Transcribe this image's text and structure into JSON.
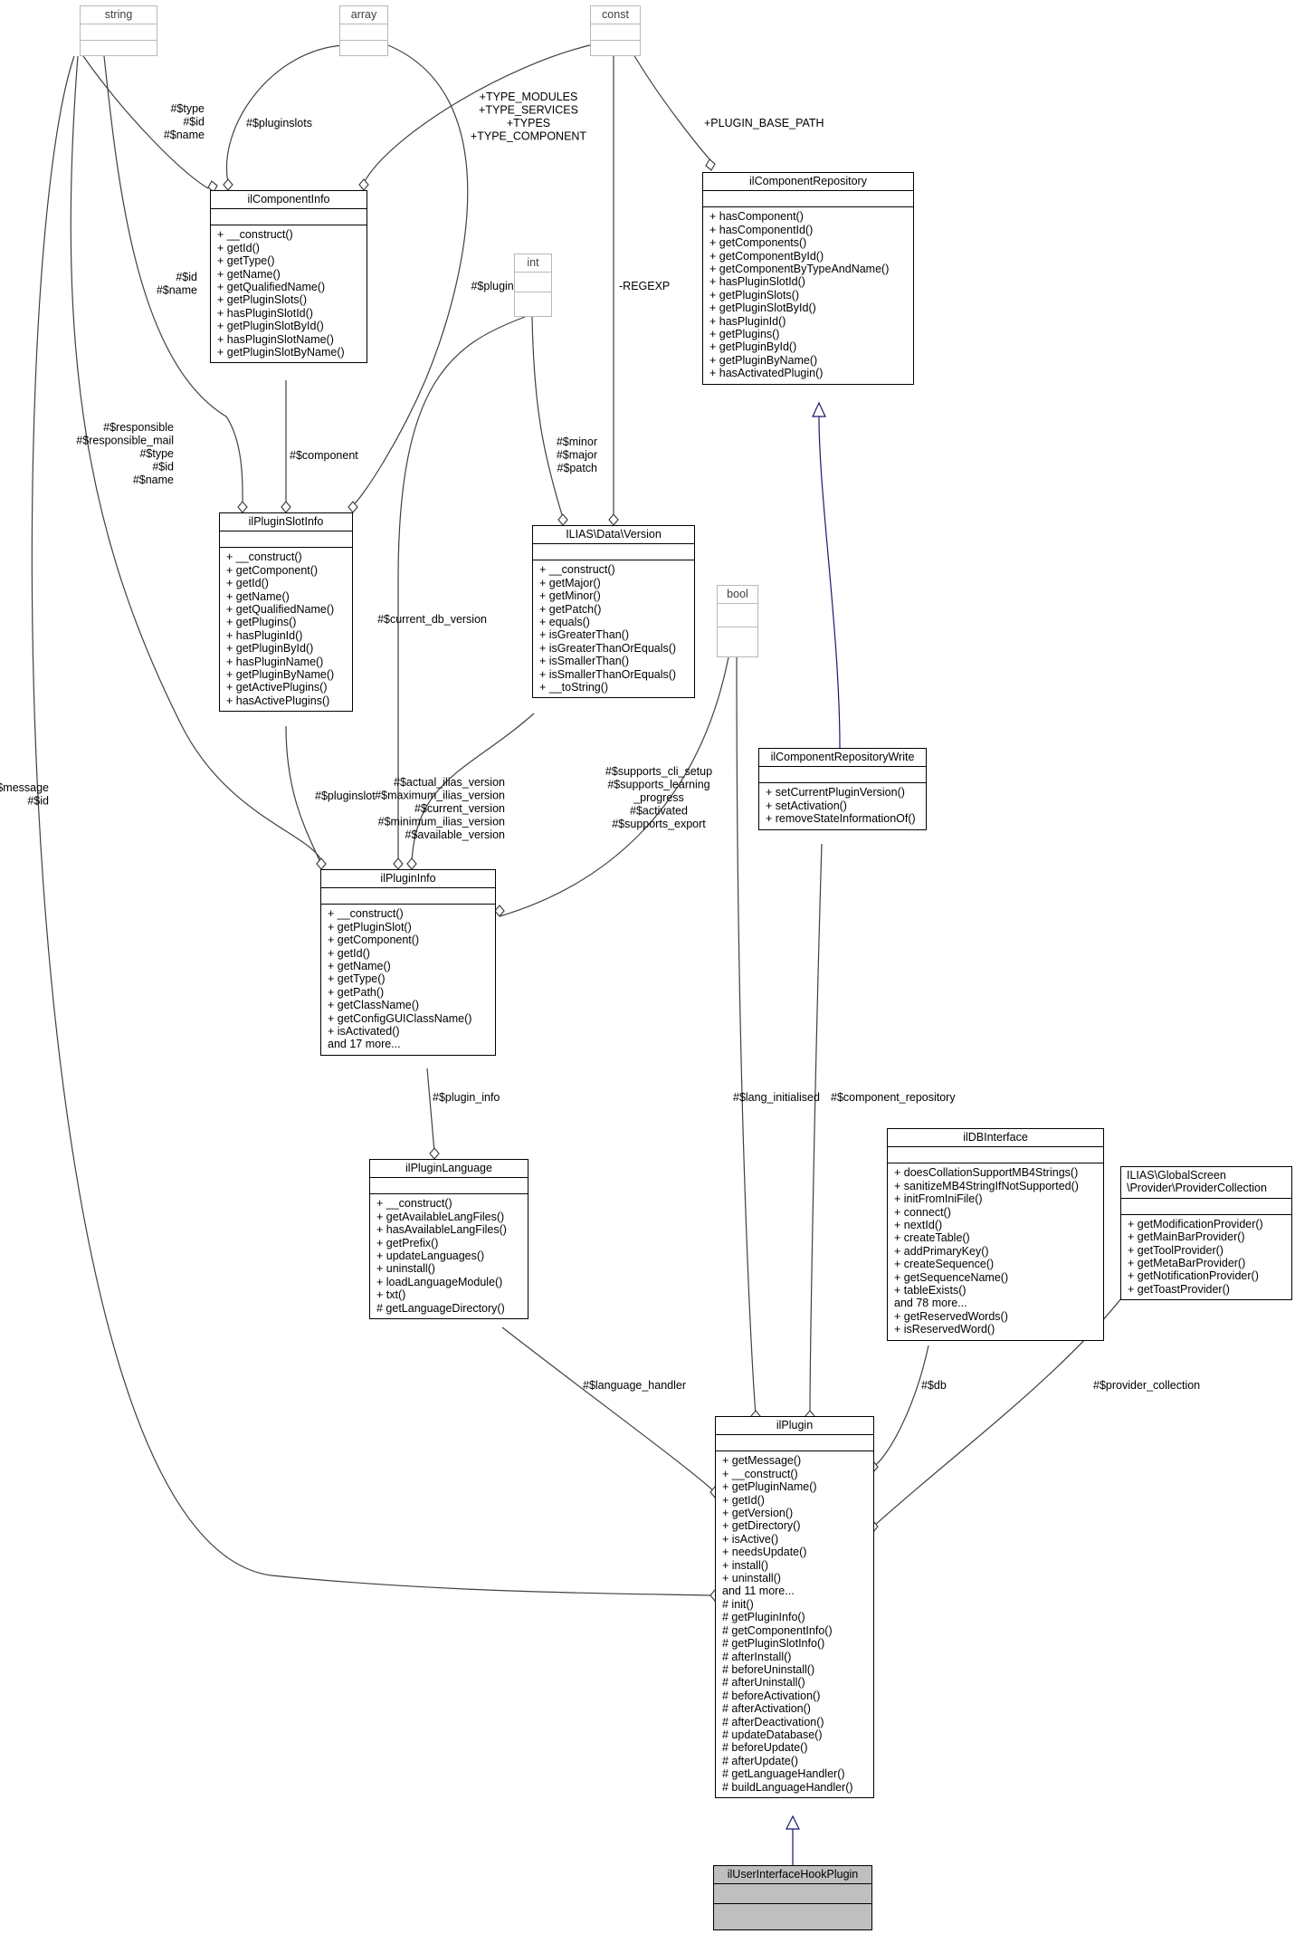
{
  "classes": {
    "string": {
      "title": "string",
      "attrs": [],
      "methods": []
    },
    "array": {
      "title": "array",
      "attrs": [],
      "methods": []
    },
    "const": {
      "title": "const",
      "attrs": [],
      "methods": []
    },
    "int": {
      "title": "int",
      "attrs": [],
      "methods": []
    },
    "bool": {
      "title": "bool",
      "attrs": [],
      "methods": []
    },
    "ilComponentInfo": {
      "title": "ilComponentInfo",
      "attrs": [],
      "methods": [
        "+ __construct()",
        "+ getId()",
        "+ getType()",
        "+ getName()",
        "+ getQualifiedName()",
        "+ getPluginSlots()",
        "+ hasPluginSlotId()",
        "+ getPluginSlotById()",
        "+ hasPluginSlotName()",
        "+ getPluginSlotByName()"
      ]
    },
    "ilComponentRepository": {
      "title": "ilComponentRepository",
      "attrs": [],
      "methods": [
        "+ hasComponent()",
        "+ hasComponentId()",
        "+ getComponents()",
        "+ getComponentById()",
        "+ getComponentByTypeAndName()",
        "+ hasPluginSlotId()",
        "+ getPluginSlots()",
        "+ getPluginSlotById()",
        "+ hasPluginId()",
        "+ getPlugins()",
        "+ getPluginById()",
        "+ getPluginByName()",
        "+ hasActivatedPlugin()"
      ]
    },
    "ilPluginSlotInfo": {
      "title": "ilPluginSlotInfo",
      "attrs": [],
      "methods": [
        "+ __construct()",
        "+ getComponent()",
        "+ getId()",
        "+ getName()",
        "+ getQualifiedName()",
        "+ getPlugins()",
        "+ hasPluginId()",
        "+ getPluginById()",
        "+ hasPluginName()",
        "+ getPluginByName()",
        "+ getActivePlugins()",
        "+ hasActivePlugins()"
      ]
    },
    "version": {
      "title": "ILIAS\\Data\\Version",
      "attrs": [],
      "methods": [
        "+ __construct()",
        "+ getMajor()",
        "+ getMinor()",
        "+ getPatch()",
        "+ equals()",
        "+ isGreaterThan()",
        "+ isGreaterThanOrEquals()",
        "+ isSmallerThan()",
        "+ isSmallerThanOrEquals()",
        "+ __toString()"
      ]
    },
    "ilComponentRepositoryWrite": {
      "title": "ilComponentRepositoryWrite",
      "attrs": [],
      "methods": [
        "+ setCurrentPluginVersion()",
        "+ setActivation()",
        "+ removeStateInformationOf()"
      ]
    },
    "ilPluginInfo": {
      "title": "ilPluginInfo",
      "attrs": [],
      "methods": [
        "+ __construct()",
        "+ getPluginSlot()",
        "+ getComponent()",
        "+ getId()",
        "+ getName()",
        "+ getType()",
        "+ getPath()",
        "+ getClassName()",
        "+ getConfigGUIClassName()",
        "+ isActivated()",
        "and 17 more..."
      ]
    },
    "ilPluginLanguage": {
      "title": "ilPluginLanguage",
      "attrs": [],
      "methods": [
        "+ __construct()",
        "+ getAvailableLangFiles()",
        "+ hasAvailableLangFiles()",
        "+ getPrefix()",
        "+ updateLanguages()",
        "+ uninstall()",
        "+ loadLanguageModule()",
        "+ txt()",
        "# getLanguageDirectory()"
      ]
    },
    "ilDBInterface": {
      "title": "ilDBInterface",
      "attrs": [],
      "methods": [
        "+ doesCollationSupportMB4Strings()",
        "+ sanitizeMB4StringIfNotSupported()",
        "+ initFromIniFile()",
        "+ connect()",
        "+ nextId()",
        "+ createTable()",
        "+ addPrimaryKey()",
        "+ createSequence()",
        "+ getSequenceName()",
        "+ tableExists()",
        "and 78 more...",
        "+ getReservedWords()",
        "+ isReservedWord()"
      ]
    },
    "providerCollection": {
      "title_lines": [
        "ILIAS\\GlobalScreen",
        "\\Provider\\ProviderCollection"
      ],
      "attrs": [],
      "methods": [
        "+ getModificationProvider()",
        "+ getMainBarProvider()",
        "+ getToolProvider()",
        "+ getMetaBarProvider()",
        "+ getNotificationProvider()",
        "+ getToastProvider()"
      ]
    },
    "ilPlugin": {
      "title": "ilPlugin",
      "attrs": [],
      "methods": [
        "+ getMessage()",
        "+ __construct()",
        "+ getPluginName()",
        "+ getId()",
        "+ getVersion()",
        "+ getDirectory()",
        "+ isActive()",
        "+ needsUpdate()",
        "+ install()",
        "+ uninstall()",
        "and 11 more...",
        "# init()",
        "# getPluginInfo()",
        "# getComponentInfo()",
        "# getPluginSlotInfo()",
        "# afterInstall()",
        "# beforeUninstall()",
        "# afterUninstall()",
        "# beforeActivation()",
        "# afterActivation()",
        "# afterDeactivation()",
        "# updateDatabase()",
        "# beforeUpdate()",
        "# afterUpdate()",
        "# getLanguageHandler()",
        "# buildLanguageHandler()"
      ]
    },
    "ilUserInterfaceHookPlugin": {
      "title": "ilUserInterfaceHookPlugin",
      "attrs": [],
      "methods": []
    }
  },
  "edge_labels": {
    "string_to_componentinfo": [
      "#$type",
      "#$id",
      "#$name"
    ],
    "array_to_componentinfo": [
      "#$pluginslots"
    ],
    "const_to_componentinfo": [
      "+TYPE_MODULES",
      "+TYPE_SERVICES",
      "+TYPES",
      "+TYPE_COMPONENT"
    ],
    "const_to_repository": [
      "+PLUGIN_BASE_PATH"
    ],
    "string_to_slotinfo": [
      "#$id",
      "#$name"
    ],
    "array_to_slotinfo": [
      "#$plugins"
    ],
    "const_to_version": [
      "-REGEXP"
    ],
    "int_to_version": [
      "#$minor",
      "#$major",
      "#$patch"
    ],
    "componentinfo_to_slotinfo": [
      "#$component"
    ],
    "string_to_plugininfo": [
      "#$responsible",
      "#$responsible_mail",
      "#$type",
      "#$id",
      "#$name"
    ],
    "int_to_plugininfo": [
      "#$current_db_version"
    ],
    "version_to_plugininfo": [
      "#$actual_ilias_version",
      "#$maximum_ilias_version",
      "#$current_version",
      "#$minimum_ilias_version",
      "#$available_version"
    ],
    "bool_to_plugininfo": [
      "#$supports_cli_setup",
      "#$supports_learning",
      "_progress",
      "#$activated",
      "#$supports_export"
    ],
    "slotinfo_to_plugininfo": [
      "#$pluginslot"
    ],
    "string_to_plugin": [
      "#$message",
      "#$id"
    ],
    "plugininfo_to_language": [
      "#$plugin_info"
    ],
    "bool_to_plugin": [
      "#$lang_initialised"
    ],
    "write_to_plugin": [
      "#$component_repository"
    ],
    "language_to_plugin": [
      "#$language_handler"
    ],
    "db_to_plugin": [
      "#$db"
    ],
    "provider_to_plugin": [
      "#$provider_collection"
    ]
  },
  "colors": {
    "edge": "#404040",
    "inherit": "#191970",
    "grey_box": "#b8b8b8",
    "highlight": "#bfbfbf"
  }
}
